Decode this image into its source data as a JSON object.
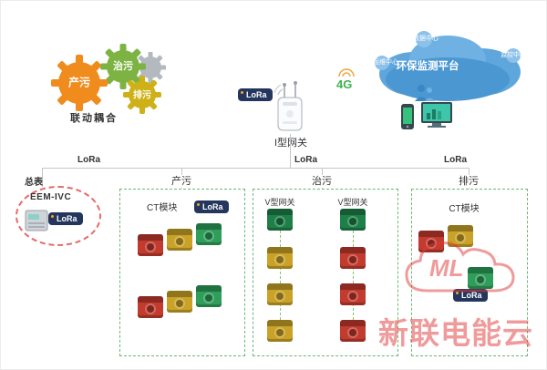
{
  "labels": {
    "lora": "LoRa"
  },
  "gears": {
    "gear1": "产污",
    "gear2": "治污",
    "gear3": "排污",
    "caption": "联动耦合"
  },
  "gateway": {
    "name": "I型网关",
    "network": "4G"
  },
  "cloud": {
    "title": "环保监测平台",
    "node_top": "数据中心",
    "node_left": "运维中心",
    "node_right": "监控中心"
  },
  "bus": {
    "left": "LoRa",
    "middle": "LoRa",
    "right": "LoRa"
  },
  "meter": {
    "tag": "总表",
    "model": "EEM-IVC"
  },
  "zones": {
    "produce": {
      "title": "产污",
      "module": "CT模块"
    },
    "treat": {
      "title": "治污",
      "gateway_left": "V型网关",
      "gateway_right": "V型网关"
    },
    "discharge": {
      "title": "排污",
      "module": "CT模块"
    }
  },
  "watermark": {
    "logo": "ML",
    "brand": "新联电能云"
  },
  "colors": {
    "device_red": "#c23b2e",
    "device_yellow": "#c9a227",
    "device_green": "#2f9e5a",
    "gateway_green": "#1e8048",
    "lora_badge": "#25365e",
    "cloud_blue": "#4a97d2",
    "zone_border": "#6cb96e",
    "watermark_red": "#e03a3a",
    "gear_orange": "#f08c1e",
    "gear_green": "#7cb342",
    "gear_yellow": "#cdb117"
  }
}
